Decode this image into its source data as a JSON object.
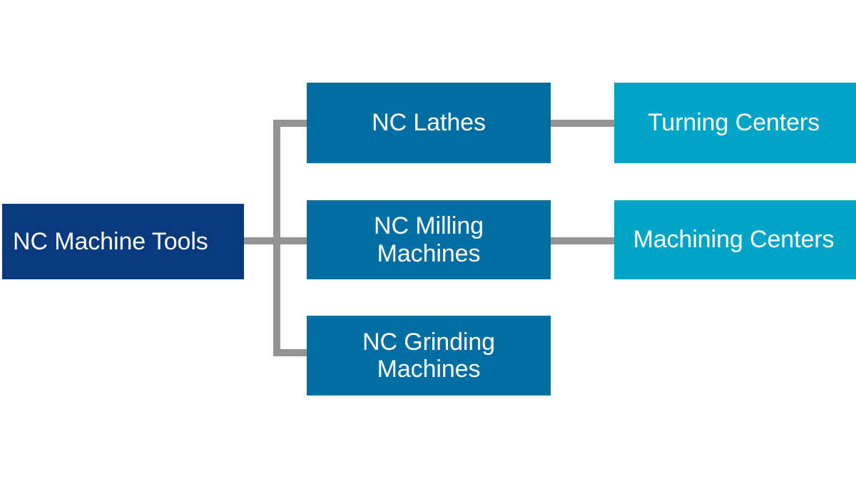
{
  "diagram": {
    "title": "NC Machine Tools classification tree",
    "type": "tree-diagram",
    "background_color": "#FFFFFF",
    "colors": {
      "root_fill": "#0A3A7E",
      "branch_fill": "#006EA3",
      "leaf_fill": "#00A4C8",
      "connector": "#949494",
      "text": "#FFFFFF"
    },
    "root": {
      "label": "NC Machine Tools"
    },
    "branches": [
      {
        "label": "NC Lathes",
        "leaf": {
          "label": "Turning Centers"
        }
      },
      {
        "label": "NC Milling\nMachines",
        "leaf": {
          "label": "Machining Centers"
        }
      },
      {
        "label": "NC Grinding\nMachines",
        "leaf": null
      }
    ]
  }
}
